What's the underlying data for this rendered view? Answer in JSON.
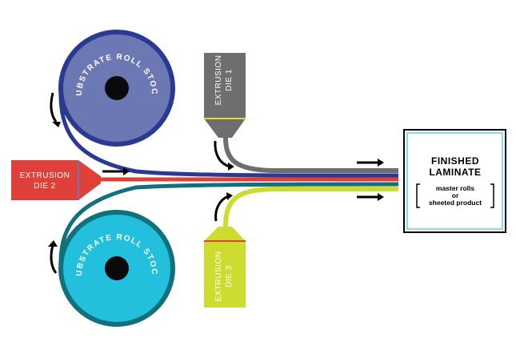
{
  "colors": {
    "roll_top": "#6B78B4",
    "roll_top_rim": "#2A3A92",
    "roll_bottom": "#22C0DC",
    "roll_bottom_rim": "#11707C",
    "die_1": "#6E6E70",
    "die_1_line": "#D9E22C",
    "die_2": "#E0403A",
    "die_3": "#CDDC2E",
    "die_3_line": "#E0403A",
    "hub": "#0A0A0A",
    "arrow": "#000000",
    "box_border": "#000000",
    "box_inner": "#5ED0E6"
  },
  "rolls": {
    "top_label": "SUBSTRATE ROLL STOCK",
    "bottom_label": "SUBSTRATE ROLL STOCK"
  },
  "dies": {
    "die_1": {
      "line1": "EXTRUSION",
      "line2": "DIE 1"
    },
    "die_2": {
      "line1": "EXTRUSION",
      "line2": "DIE 2"
    },
    "die_3": {
      "line1": "EXTRUSION",
      "line2": "DIE 3"
    }
  },
  "finished": {
    "title_line1": "FINISHED",
    "title_line2": "LAMINATE",
    "sub_line1": "master rolls",
    "sub_line2": "or",
    "sub_line3": "sheeted product"
  },
  "icons": {
    "roll_rotation": "curved-arrow-icon",
    "flow": "right-arrow-icon"
  }
}
